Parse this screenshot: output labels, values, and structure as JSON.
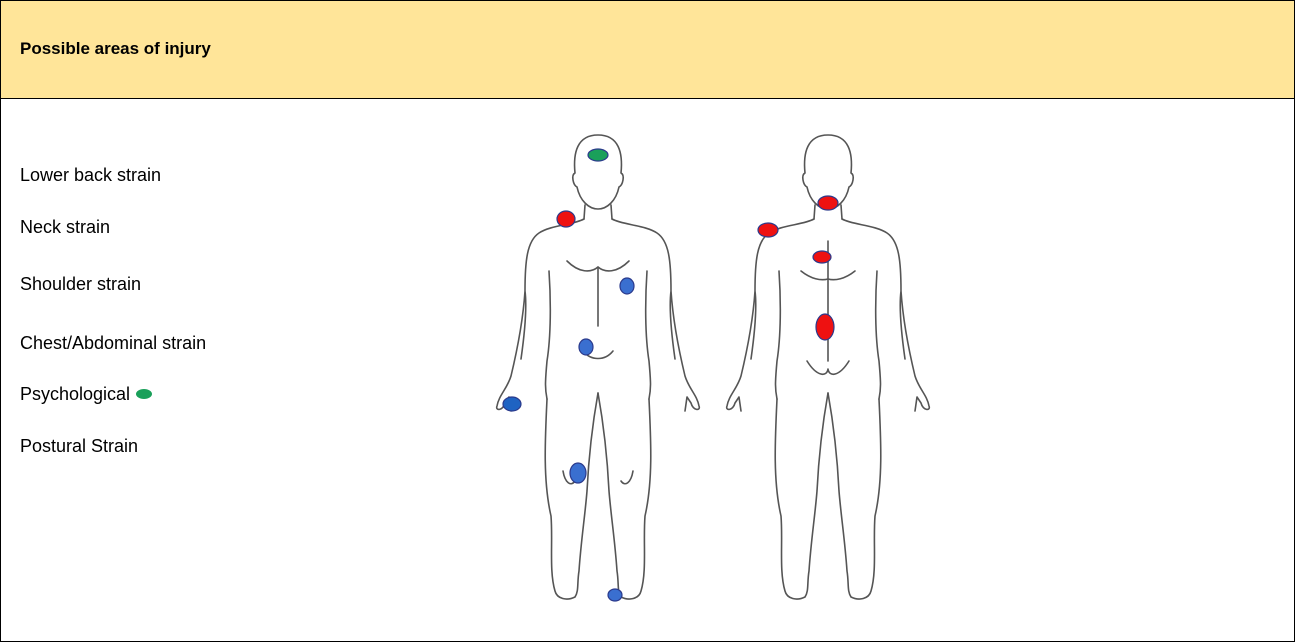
{
  "header": {
    "title": "Possible areas of injury"
  },
  "injuries": [
    "Lower back strain",
    "Neck strain",
    "Shoulder strain",
    "Chest/Abdominal strain",
    "Psychological",
    "Postural Strain"
  ],
  "legend": {
    "psychological_marker_color": "#1aa05a"
  },
  "marker_colors": {
    "red": "#ee1111",
    "blue": "#3a6fd0",
    "green": "#1aa05a",
    "outline": "#2b3a8c"
  }
}
